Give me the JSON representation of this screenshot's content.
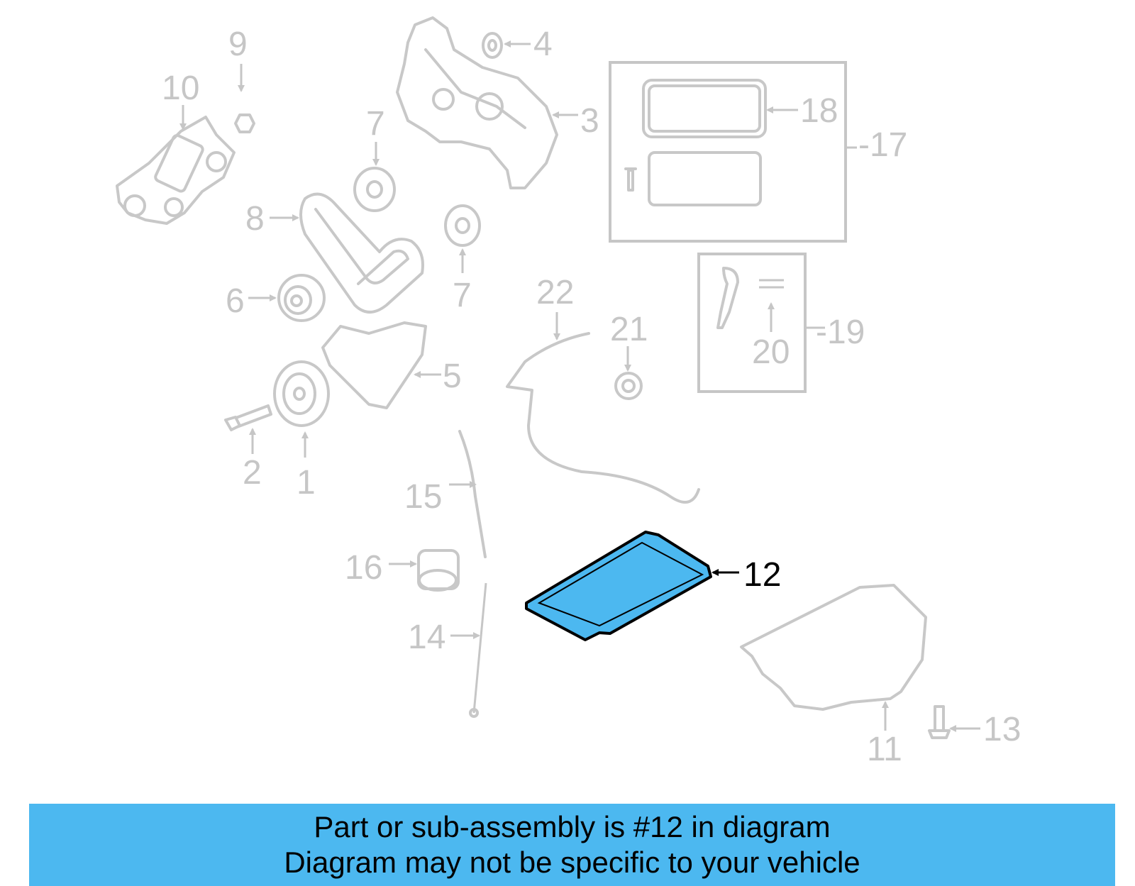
{
  "diagram": {
    "highlighted_part": "12",
    "highlight_color": "#4cb8f0",
    "callouts": [
      "1",
      "2",
      "3",
      "4",
      "5",
      "6",
      "7",
      "7",
      "8",
      "9",
      "10",
      "11",
      "12",
      "13",
      "14",
      "15",
      "16",
      "17",
      "18",
      "19",
      "20",
      "21",
      "22"
    ]
  },
  "footer": {
    "line1": "Part or sub-assembly is #12 in diagram",
    "line2": "Diagram may not be specific to your vehicle",
    "background_color": "#4cb8f0"
  }
}
